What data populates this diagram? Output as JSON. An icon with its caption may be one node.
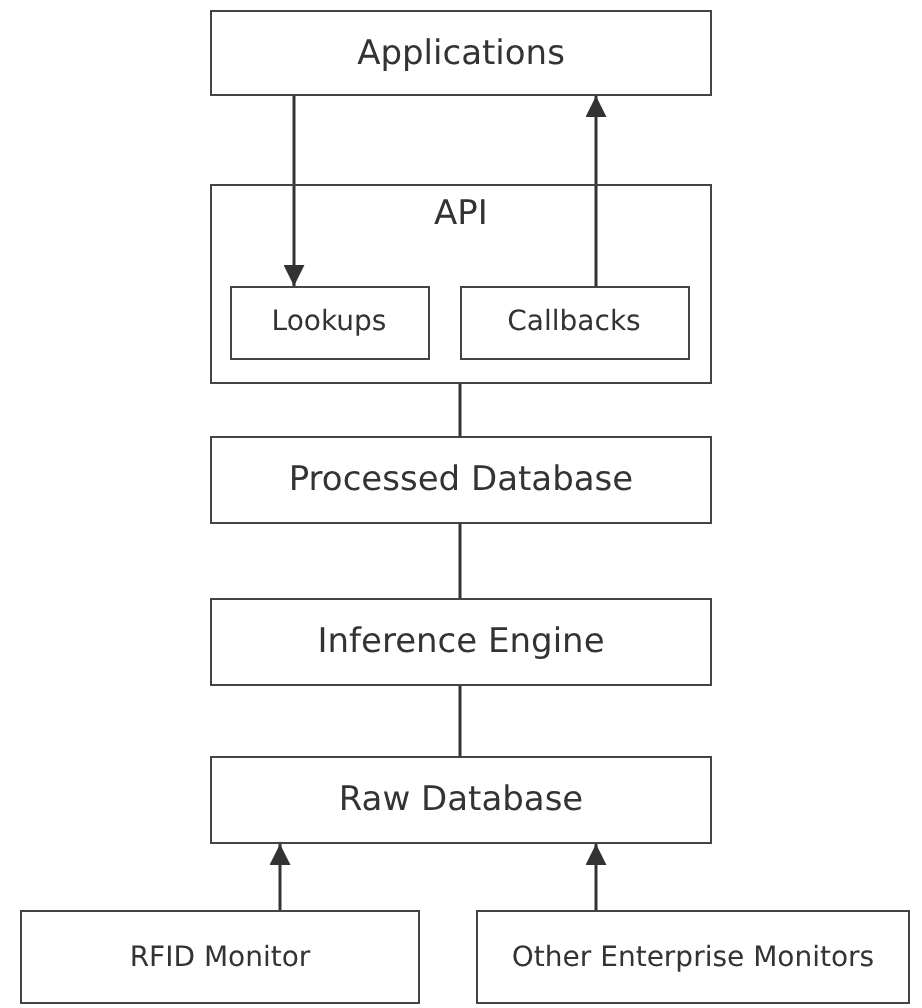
{
  "diagram": {
    "nodes": [
      {
        "text": [
          "Applications"
        ]
      },
      {
        "text": [
          "API"
        ]
      },
      {
        "text": [
          "Lookups"
        ],
        "in": 1
      },
      {
        "text": [
          "Callbacks"
        ],
        "in": 1
      },
      {
        "text": [
          "Processed Database"
        ]
      },
      {
        "text": [
          "Inference Engine"
        ]
      },
      {
        "text": [
          "Raw Database"
        ]
      },
      {
        "text": [
          "RFID Monitor"
        ]
      },
      {
        "text": [
          "Other Enterprise Monitors"
        ]
      }
    ],
    "edges": [
      {
        "from": 0,
        "to": 2,
        "arrow": "to"
      },
      {
        "from": 3,
        "to": 0,
        "arrow": "to"
      },
      {
        "from": 1,
        "to": 4,
        "arrow": "none"
      },
      {
        "from": 4,
        "to": 5,
        "arrow": "none"
      },
      {
        "from": 5,
        "to": 6,
        "arrow": "none"
      },
      {
        "from": 7,
        "to": 6,
        "arrow": "to"
      },
      {
        "from": 8,
        "to": 6,
        "arrow": "to"
      }
    ]
  }
}
